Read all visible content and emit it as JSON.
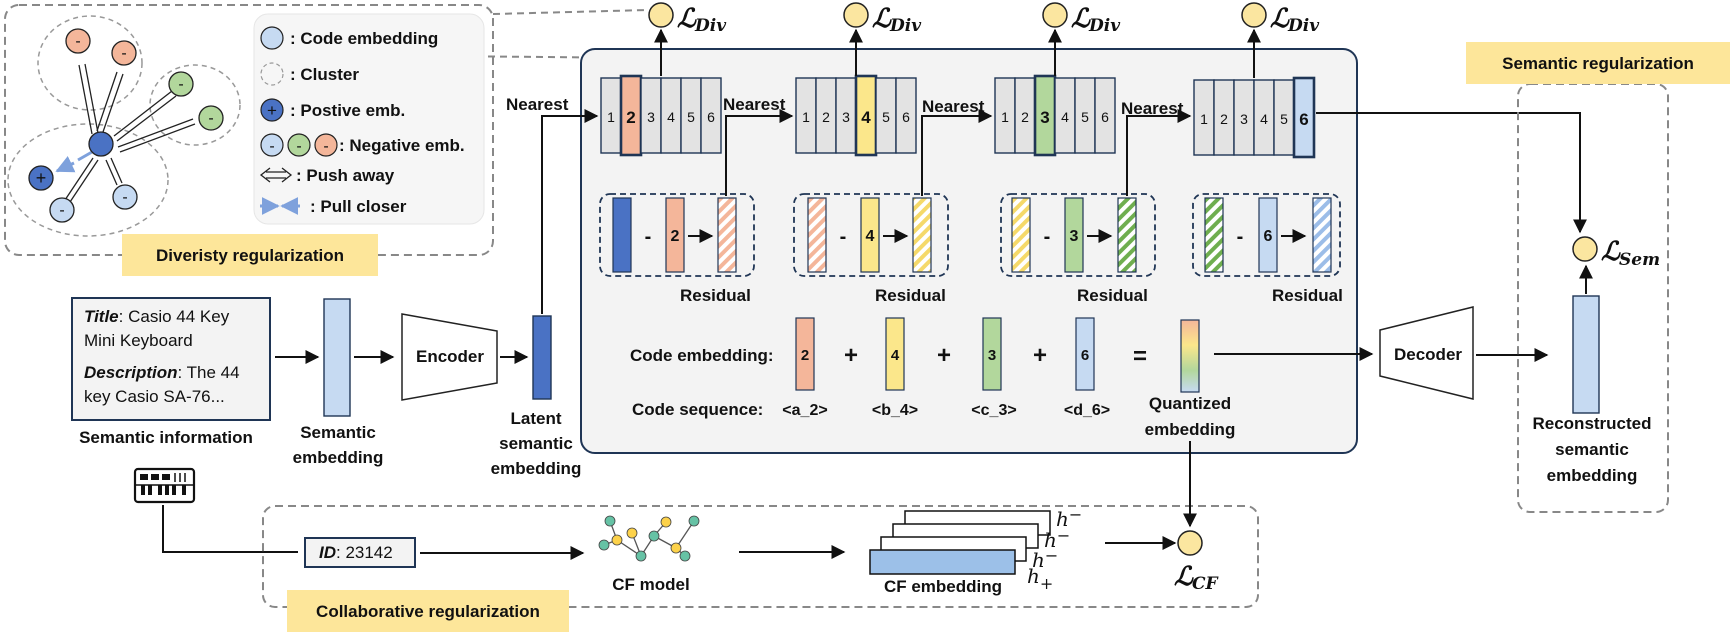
{
  "colors": {
    "orange": "#f4b69a",
    "yellow": "#fbe78b",
    "green": "#b2d79c",
    "blue": "#c6daf2",
    "dark_blue": "#4a72c4",
    "panel_bg": "#f3f3f3",
    "panel_border": "#1f3555",
    "label_bg": "#fde69a",
    "loss_node": "#fbe6a0",
    "cell_gray": "#e3e3e3"
  },
  "legend": {
    "code_embedding": ": Code embedding",
    "cluster": ": Cluster",
    "positive": ": Postive emb.",
    "negative": ": Negative emb.",
    "push": ": Push away",
    "pull": ": Pull closer",
    "plus_sign": "+",
    "minus_sign": "-"
  },
  "labels": {
    "diversity": "Diveristy regularization",
    "semantic": "Semantic regularization",
    "collaborative": "Collaborative regularization"
  },
  "losses": {
    "symbol": "ℒ",
    "div": "Div",
    "sem": "Sem",
    "cf": "CF"
  },
  "input": {
    "title_key": "Title",
    "title_value": ": Casio 44 Key",
    "title_value2": "Mini Keyboard",
    "desc_key": "Description",
    "desc_value": ": The 44",
    "desc_value2": "key Casio SA-76...",
    "caption": "Semantic information"
  },
  "pipeline": {
    "semantic_embedding": [
      "Semantic",
      "embedding"
    ],
    "encoder": "Encoder",
    "latent": [
      "Latent",
      "semantic",
      "embedding"
    ],
    "decoder": "Decoder",
    "reconstructed": [
      "Reconstructed",
      "semantic",
      "embedding"
    ],
    "quantized": [
      "Quantized",
      "embedding"
    ]
  },
  "codebooks": {
    "nearest": "Nearest",
    "cells": [
      "1",
      "2",
      "3",
      "4",
      "5",
      "6"
    ],
    "selected_indices": [
      2,
      4,
      3,
      6
    ]
  },
  "residual": {
    "label": "Residual",
    "minus": "-",
    "codes": [
      "2",
      "4",
      "3",
      "6"
    ]
  },
  "code_row": {
    "label": "Code embedding:",
    "codes": [
      "2",
      "4",
      "3",
      "6"
    ],
    "plus": "+",
    "equals": "=",
    "seq_label": "Code sequence:",
    "sequence": [
      "<a_2>",
      "<b_4>",
      "<c_3>",
      "<d_6>"
    ]
  },
  "collab": {
    "id_key": "ID",
    "id_value": ": 23142",
    "cf_model": "CF model",
    "cf_embedding": "CF embedding",
    "h_letter": "h",
    "h_minus": "−",
    "h_plus": "+"
  }
}
